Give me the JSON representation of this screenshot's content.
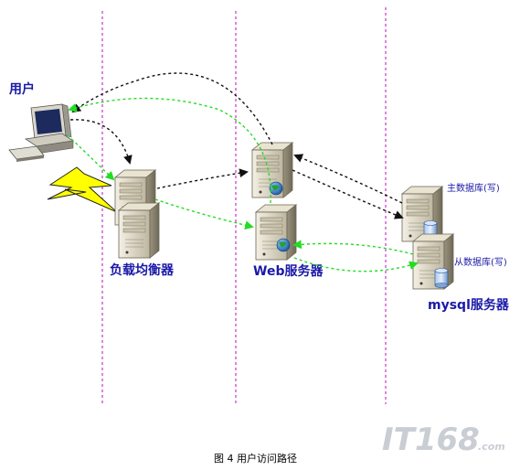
{
  "labels": {
    "user": "用户",
    "load_balancer": "负载均衡器",
    "web_server": "Web服务器",
    "master_db": "主数据库(写)",
    "slave_db": "从数据库(写)",
    "mysql_server": "mysql服务器"
  },
  "caption": "图 4  用户访问路径",
  "watermark": {
    "main": "IT168",
    "sub": ".com"
  },
  "colors": {
    "divider": "#cc33cc",
    "request_path": "#111111",
    "response_path": "#22dd22",
    "label": "#1a1aa8",
    "lightning": "#ffff00"
  },
  "icons": {
    "user": "desktop-computer-icon",
    "server": "tower-server-icon",
    "web": "globe-icon",
    "database": "database-cylinder-icon",
    "link": "lightning-bolt-icon"
  }
}
